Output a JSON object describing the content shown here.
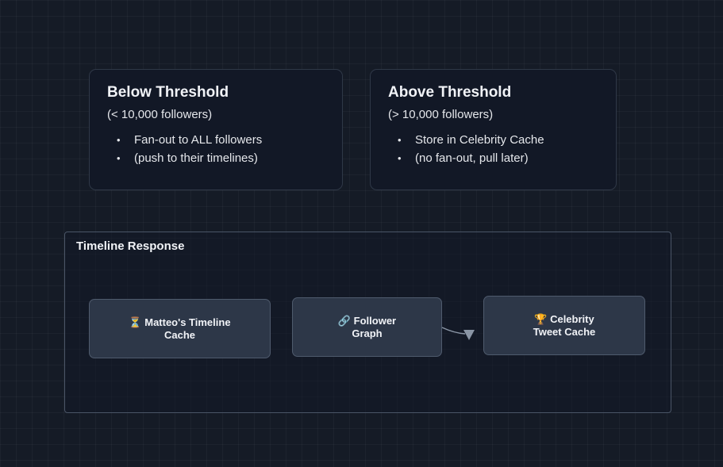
{
  "cards": [
    {
      "title": "Below Threshold",
      "subtitle": "(< 10,000 followers)",
      "bullets": [
        "Fan-out to ALL followers",
        "(push to their timelines)"
      ]
    },
    {
      "title": "Above Threshold",
      "subtitle": "(> 10,000 followers)",
      "bullets": [
        "Store in Celebrity Cache",
        "(no fan-out, pull later)"
      ]
    }
  ],
  "group": {
    "label": "Timeline Response"
  },
  "nodes": [
    {
      "icon": "⏳",
      "line1": "Matteo's Timeline",
      "line2": "Cache"
    },
    {
      "icon": "🔗",
      "line1": "Follower",
      "line2": "Graph"
    },
    {
      "icon": "🏆",
      "line1": "Celebrity",
      "line2": "Tweet Cache"
    }
  ],
  "bullet_char": "•",
  "colors": {
    "background": "#151b26",
    "card": "#121826",
    "node": "#2d3748",
    "edge": "#8a95a5"
  }
}
